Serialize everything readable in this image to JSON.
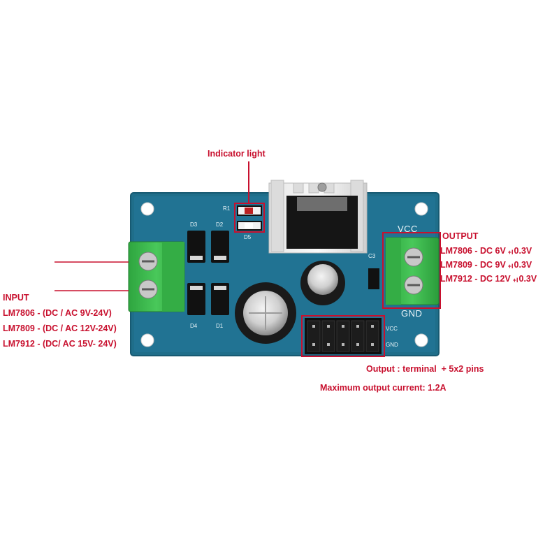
{
  "callouts": {
    "indicator_light": "Indicator light",
    "input": {
      "title": "INPUT",
      "lines": [
        "LM7806 - (DC / AC 9V-24V)",
        "LM7809 - (DC / AC 12V-24V)",
        "LM7912 - (DC/ AC 15V- 24V)"
      ]
    },
    "output": {
      "title": "OUTPUT",
      "lines": [
        {
          "part": "LM7806 - DC 6V",
          "tolerance": "0.3V"
        },
        {
          "part": "LM7809 - DC 9V",
          "tolerance": "0.3V"
        },
        {
          "part": "LM7912 - DC 12V",
          "tolerance": "0.3V"
        }
      ],
      "plus_minus": "+I"
    },
    "output_terminal": "Output : terminal  + 5x2 pins",
    "max_current": "Maximum output current: 1.2A"
  },
  "board_silkscreen": {
    "r1": "R1",
    "d1": "D1",
    "d2": "D2",
    "d3": "D3",
    "d4": "D4",
    "d5": "D5",
    "c3": "C3",
    "vcc_big": "VCC",
    "gnd_big": "GND",
    "vcc_small": "VCC",
    "gnd_small": "GND"
  },
  "colors": {
    "board": "#1f6e8a",
    "board_edge": "#175a72",
    "terminal_green": "#3dbb4e",
    "callout_red": "#c8102e"
  }
}
